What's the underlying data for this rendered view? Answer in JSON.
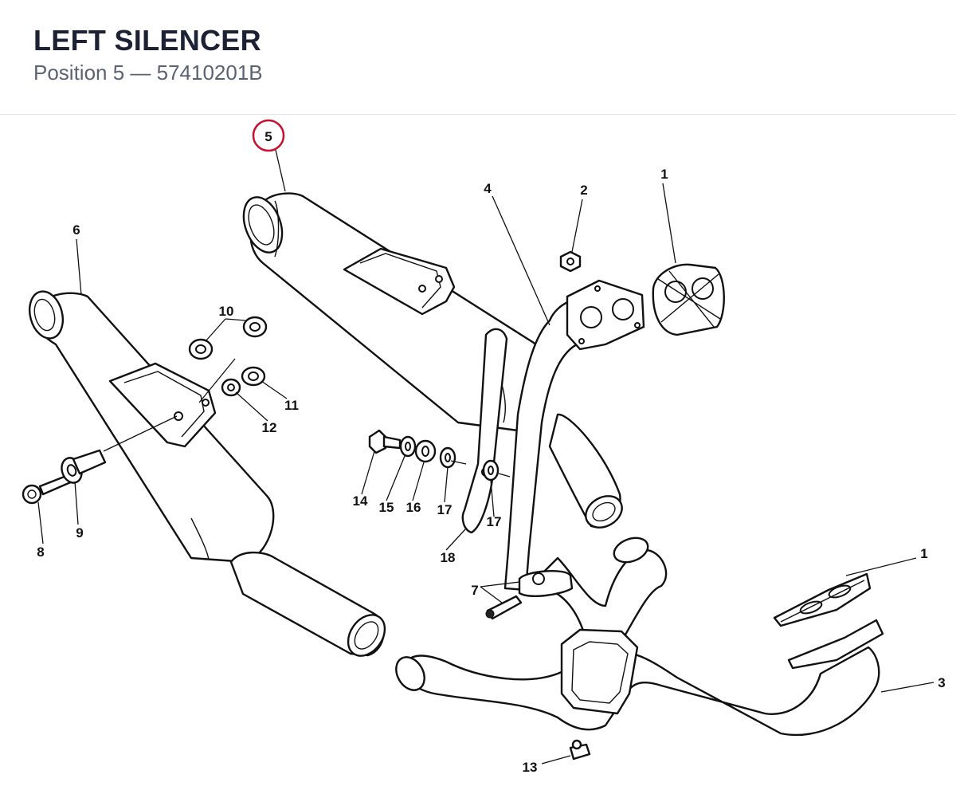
{
  "header": {
    "title": "LEFT SILENCER",
    "subtitle": "Position 5 — 57410201B"
  },
  "highlight_color": "#c8102e",
  "callouts": {
    "c1a": "1",
    "c1b": "1",
    "c2": "2",
    "c3": "3",
    "c4": "4",
    "c5": "5",
    "c6": "6",
    "c7": "7",
    "c8": "8",
    "c9": "9",
    "c10": "10",
    "c11": "11",
    "c12": "12",
    "c13": "13",
    "c14": "14",
    "c15": "15",
    "c16": "16",
    "c17a": "17",
    "c17b": "17",
    "c18": "18"
  }
}
